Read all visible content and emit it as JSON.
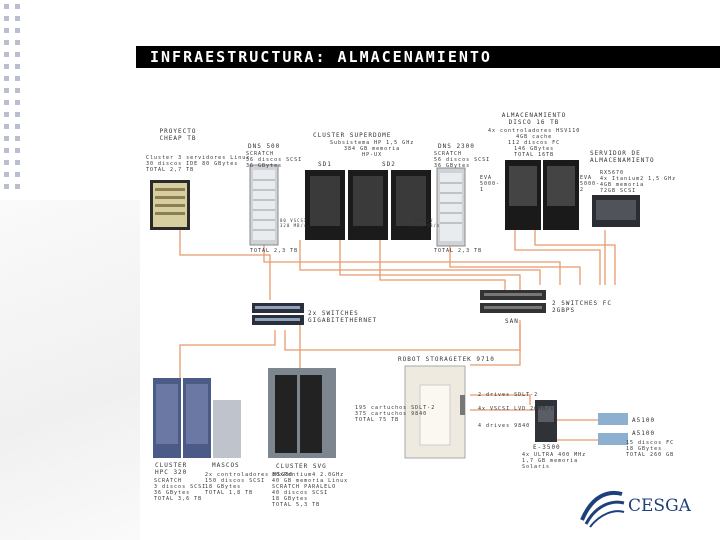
{
  "title": "INFRAESTRUCTURA: ALMACENAMIENTO",
  "colors": {
    "band": "#000000",
    "link": "#e89a6e",
    "accent": "#1d3f7c"
  },
  "nodes": {
    "proyecto": {
      "title": "PROYECTO CHEAP TB",
      "detail": "Cluster 3 servidores Linux\n30 discos IDE 80 GBytes\nTOTAL 2,7 TB"
    },
    "dns1": {
      "title": "DNS 500",
      "detail": "SCRATCH\n56 discos SCSI\n36 GBytes",
      "foot": "TOTAL 2,3 TB",
      "side": "80 VSCSI\n320 MB/s"
    },
    "superdome": {
      "title": "CLUSTER SUPERDOME",
      "detail": "Subsistema HP 1,5 GHz\n384 GB memoria\nHP-UX",
      "sd1": "SD1",
      "sd2": "SD2"
    },
    "dns2": {
      "title": "DNS 2300",
      "detail": "SCRATCH\n56 discos SCSI\n36 GBytes",
      "foot": "TOTAL 2,3 TB",
      "side": "FAIL+V\n320 MB/s"
    },
    "almacen": {
      "title": "ALMACENAMIENTO DISCO 16 TB",
      "detail": "4x controladores HSV110\n4GB cache\n112 discos FC\n146 GBytes\nTOTAL 16TB"
    },
    "eva1": "EVA 5000-1",
    "eva2": "EVA 5000-2",
    "servidor": {
      "title": "SERVIDOR DE ALMACENAMIENTO",
      "detail": "RX5670\n4x Itanium2 1,5 GHz\n4GB memoria\n72GB SCSI"
    },
    "switches": {
      "title": "2x SWITCHES GIGABITETHERNET"
    },
    "san": {
      "title": "2 SWITCHES FC 2GBPS",
      "foot": "SAN"
    },
    "robot": {
      "title": "ROBOT STORAGETEK 9710",
      "detail": "195 cartuchos SDLT-2\n375 cartuchos 9840\nTOTAL 75 TB",
      "drives1": "2 drives SDLT-2",
      "drives2": "4x VSCSI LVD 20MB/s",
      "drives3": "4 drives 9840"
    },
    "e3500": {
      "title": "E-3500",
      "detail": "4x ULTRA 400 MHz\n1,7 GB memoria\nSolaris"
    },
    "a5100a": {
      "title": "A5100",
      "detail": ""
    },
    "a5100b": {
      "title": "A5100",
      "detail": "15 discos FC\n18 GBytes\nTOTAL 260 GB"
    },
    "hpc320": {
      "title": "CLUSTER HPC 320",
      "detail": "SCRATCH\n3 discos SCSI\n36 GBytes\nTOTAL 3,6 TB"
    },
    "hpc_mid": {
      "title": "MASCOS",
      "detail": "2x controladores HSG80\n150 discos SCSI\n18 GBytes\nTOTAL 1,8 TB"
    },
    "svg": {
      "title": "CLUSTER SVG",
      "detail": "80xPentium4 2.0GHz\n40 GB memoria Linux\nSCRATCH PARALELO\n40 discos SCSI\n18 GBytes\nTOTAL 5,3 TB"
    }
  },
  "logo": "CESGA"
}
